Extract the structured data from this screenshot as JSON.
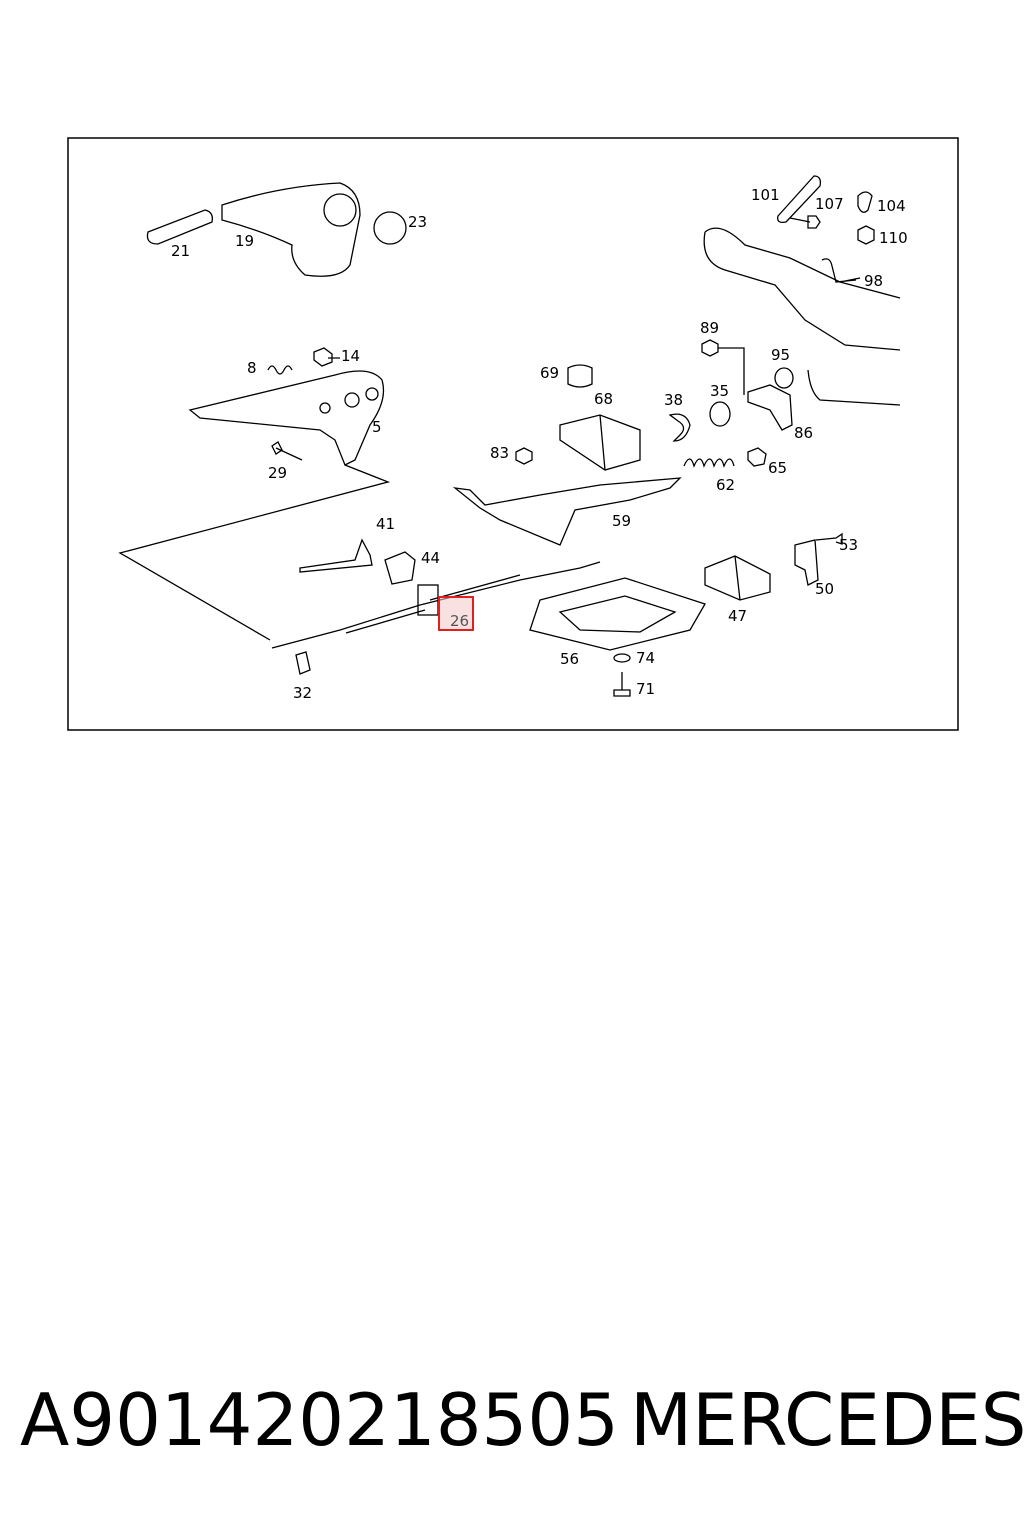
{
  "callouts": [
    {
      "id": "21",
      "label": "21"
    },
    {
      "id": "19",
      "label": "19"
    },
    {
      "id": "23",
      "label": "23"
    },
    {
      "id": "8",
      "label": "8"
    },
    {
      "id": "14",
      "label": "14"
    },
    {
      "id": "5",
      "label": "5"
    },
    {
      "id": "29",
      "label": "29"
    },
    {
      "id": "69",
      "label": "69"
    },
    {
      "id": "68",
      "label": "68"
    },
    {
      "id": "83",
      "label": "83"
    },
    {
      "id": "38",
      "label": "38"
    },
    {
      "id": "35",
      "label": "35"
    },
    {
      "id": "89",
      "label": "89"
    },
    {
      "id": "95",
      "label": "95"
    },
    {
      "id": "86",
      "label": "86"
    },
    {
      "id": "62",
      "label": "62"
    },
    {
      "id": "65",
      "label": "65"
    },
    {
      "id": "59",
      "label": "59"
    },
    {
      "id": "101",
      "label": "101"
    },
    {
      "id": "107",
      "label": "107"
    },
    {
      "id": "104",
      "label": "104"
    },
    {
      "id": "110",
      "label": "110"
    },
    {
      "id": "98",
      "label": "98"
    },
    {
      "id": "41",
      "label": "41"
    },
    {
      "id": "44",
      "label": "44"
    },
    {
      "id": "53",
      "label": "53"
    },
    {
      "id": "50",
      "label": "50"
    },
    {
      "id": "47",
      "label": "47"
    },
    {
      "id": "56",
      "label": "56"
    },
    {
      "id": "74",
      "label": "74"
    },
    {
      "id": "71",
      "label": "71"
    },
    {
      "id": "32",
      "label": "32"
    }
  ],
  "highlighted_part": {
    "label": "26",
    "color": "#e02020"
  },
  "caption": {
    "part_number": "A901420218505",
    "brand": "MERCEDES"
  }
}
